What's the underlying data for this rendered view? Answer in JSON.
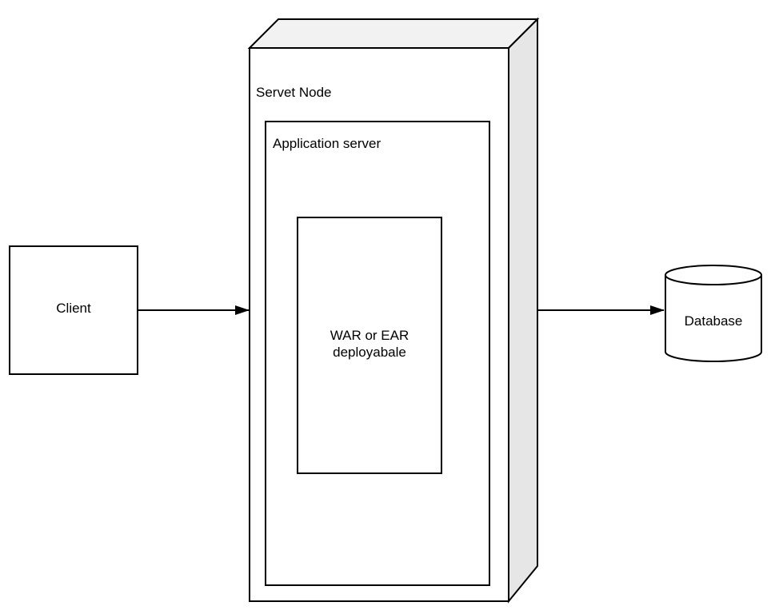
{
  "nodes": {
    "client": {
      "label": "Client"
    },
    "server_node": {
      "label": "Servet Node"
    },
    "app_server": {
      "label": "Application server"
    },
    "deployable": {
      "label_line1": "WAR or EAR",
      "label_line2": "deployabale"
    },
    "database": {
      "label": "Database"
    }
  },
  "edges": [
    {
      "from": "Client",
      "to": "Servet Node"
    },
    {
      "from": "Servet Node",
      "to": "Database"
    }
  ],
  "colors": {
    "stroke": "#000000",
    "fill": "#ffffff",
    "node_side": "#e6e6e6",
    "node_top": "#f2f2f2"
  }
}
